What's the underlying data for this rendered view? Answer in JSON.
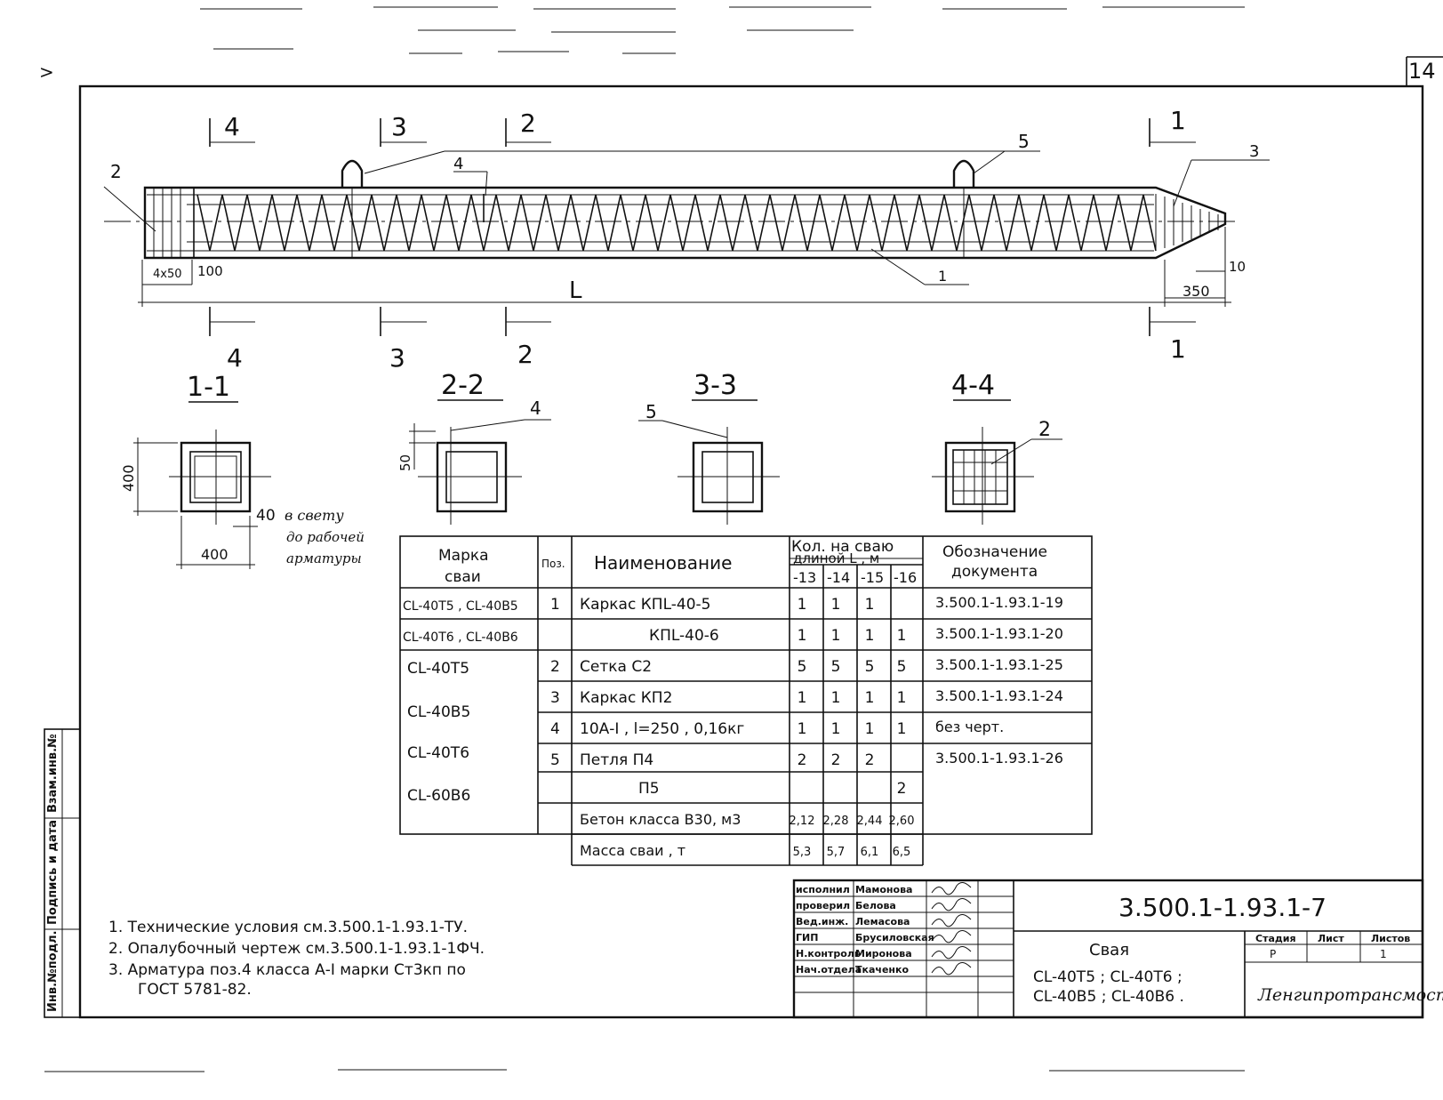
{
  "sheet": {
    "sheet_number": "14",
    "corner_mark": ">"
  },
  "elevation": {
    "labels": {
      "pos2": "2",
      "pos4": "4",
      "pos5": "5",
      "pos3": "3",
      "pos1": "1",
      "length": "L",
      "dim_4x50": "4x50",
      "dim_100": "100",
      "dim_350": "350",
      "dim_10": "10"
    },
    "cut_marks": [
      "4",
      "3",
      "2",
      "1"
    ]
  },
  "sections": {
    "s11": {
      "title": "1-1",
      "dim_height": "400",
      "dim_width": "400",
      "dim_cover": "40",
      "note_lines": [
        "в свету",
        "до рабочей",
        "арматуры"
      ]
    },
    "s22": {
      "title": "2-2",
      "dim_top": "50",
      "leader": "4"
    },
    "s33": {
      "title": "3-3",
      "leader": "5"
    },
    "s44": {
      "title": "4-4",
      "leader": "2"
    }
  },
  "spec_table": {
    "headers": {
      "mark_line1": "Марка",
      "mark_line2": "сваи",
      "pos": "Поз.",
      "name": "Наименование",
      "qty_line1": "Кол. на сваю",
      "qty_line2": "длиной  L , м",
      "qty_cols": [
        "-13",
        "-14",
        "-15",
        "-16"
      ],
      "doc_line1": "Обозначение",
      "doc_line2": "документа"
    },
    "marks": [
      "CL-40T5 , CL-40B5",
      "CL-40T6 , CL-40B6",
      "CL-40T5",
      "CL-40B5",
      "CL-40T6",
      "CL-60B6"
    ],
    "rows": [
      {
        "pos": "1",
        "name": "Каркас КПL-40-5",
        "q": [
          "1",
          "1",
          "1",
          ""
        ],
        "doc": "3.500.1-1.93.1-19"
      },
      {
        "pos": "",
        "name": "КПL-40-6",
        "q": [
          "1",
          "1",
          "1",
          "1"
        ],
        "doc": "3.500.1-1.93.1-20"
      },
      {
        "pos": "2",
        "name": "Сетка С2",
        "q": [
          "5",
          "5",
          "5",
          "5"
        ],
        "doc": "3.500.1-1.93.1-25"
      },
      {
        "pos": "3",
        "name": "Каркас КП2",
        "q": [
          "1",
          "1",
          "1",
          "1"
        ],
        "doc": "3.500.1-1.93.1-24"
      },
      {
        "pos": "4",
        "name": "10А-I , l=250 , 0,16кг",
        "q": [
          "1",
          "1",
          "1",
          "1"
        ],
        "doc": "без черт."
      },
      {
        "pos": "5",
        "name": "Петля П4",
        "q": [
          "2",
          "2",
          "2",
          ""
        ],
        "doc": "3.500.1-1.93.1-26"
      },
      {
        "pos": "",
        "name": "П5",
        "q": [
          "",
          "",
          "",
          "2"
        ],
        "doc": ""
      },
      {
        "pos": "",
        "name": "Бетон класса В30, м3",
        "q": [
          "2,12",
          "2,28",
          "2,44",
          "2,60"
        ],
        "doc": ""
      },
      {
        "pos": "",
        "name": "Масса сваи , т",
        "q": [
          "5,3",
          "5,7",
          "6,1",
          "6,5"
        ],
        "doc": ""
      }
    ]
  },
  "notes": [
    "1. Технические условия см.3.500.1-1.93.1-ТУ.",
    "2. Опалубочный чертеж см.3.500.1-1.93.1-1ФЧ.",
    "3. Арматура поз.4 класса А-I марки Ст3кп по",
    "ГОСТ 5781-82."
  ],
  "side_stamp": [
    "Инв.№подл.",
    "Подпись и дата",
    "Взам.инв.№"
  ],
  "title_block": {
    "code": "3.500.1-1.93.1-7",
    "roles": [
      "исполнил",
      "проверил",
      "Вед.инж.",
      "ГИП",
      "Н.контроль",
      "Нач.отдела"
    ],
    "names": [
      "Мамонова",
      "Белова",
      "Лемасова",
      "Брусиловская",
      "Миронова",
      "Ткаченко"
    ],
    "title_line1": "Свая",
    "title_line2": "CL-40T5 ; CL-40T6 ;",
    "title_line3": "CL-40B5 ; CL-40B6 .",
    "stage_header": "Стадия",
    "sheet_header": "Лист",
    "sheets_header": "Листов",
    "stage": "Р",
    "sheets_total": "1",
    "org": "Ленгипротрансмост"
  }
}
